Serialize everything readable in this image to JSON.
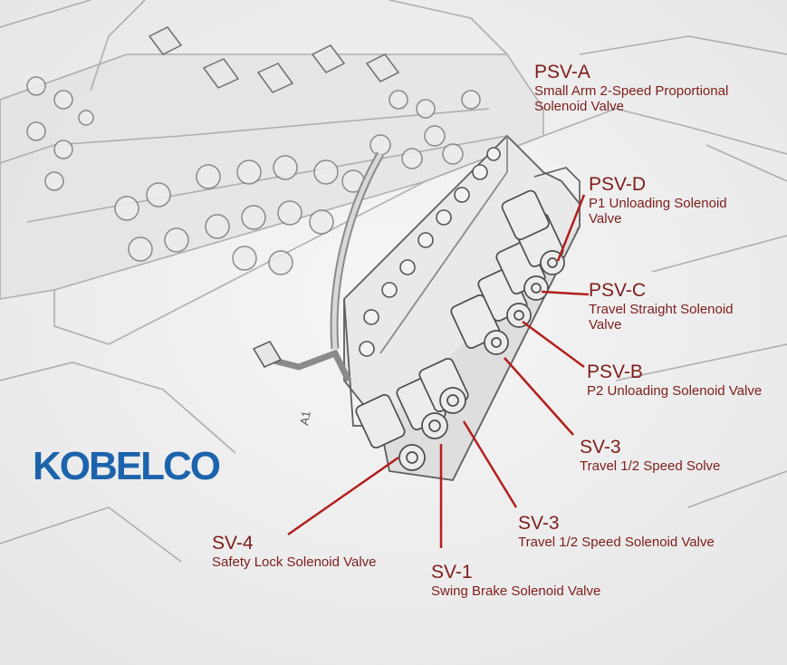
{
  "logo": {
    "text": "KOBELCO",
    "color": "#1c63ac"
  },
  "label_color": "#7e1d1b",
  "line_color": "#b21f1c",
  "diagram_text": {
    "a1": "A1"
  },
  "labels": [
    {
      "id": "psv-a",
      "code": "PSV-A",
      "desc_lines": [
        "Small Arm 2-Speed Proportional",
        "Solenoid Valve"
      ]
    },
    {
      "id": "psv-d",
      "code": "PSV-D",
      "desc_lines": [
        "P1 Unloading Solenoid",
        "Valve"
      ]
    },
    {
      "id": "psv-c",
      "code": "PSV-C",
      "desc_lines": [
        "Travel Straight Solenoid",
        "Valve"
      ]
    },
    {
      "id": "psv-b",
      "code": "PSV-B",
      "desc_lines": [
        "P2 Unloading Solenoid Valve"
      ]
    },
    {
      "id": "sv-3-upper",
      "code": "SV-3",
      "desc_lines": [
        "Travel 1/2 Speed Solve"
      ]
    },
    {
      "id": "sv-3-lower",
      "code": "SV-3",
      "desc_lines": [
        "Travel 1/2 Speed Solenoid Valve"
      ]
    },
    {
      "id": "sv-1",
      "code": "SV-1",
      "desc_lines": [
        "Swing Brake Solenoid Valve"
      ]
    },
    {
      "id": "sv-4",
      "code": "SV-4",
      "desc_lines": [
        "Safety Lock Solenoid Valve"
      ]
    }
  ]
}
